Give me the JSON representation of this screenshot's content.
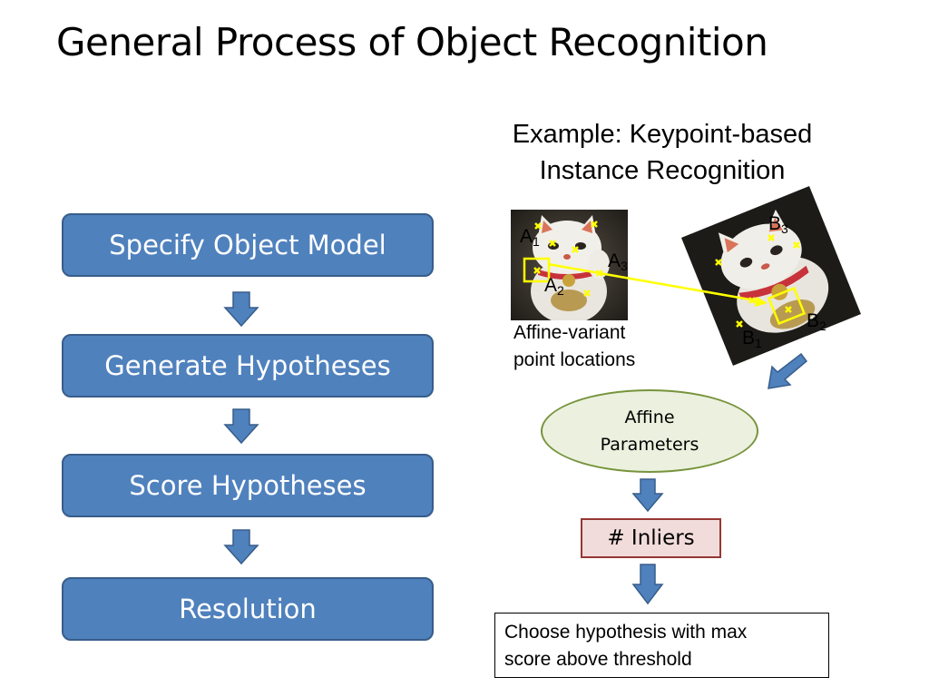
{
  "title": "General Process of Object Recognition",
  "flow": {
    "steps": [
      "Specify Object Model",
      "Generate Hypotheses",
      "Score Hypotheses",
      "Resolution"
    ]
  },
  "example": {
    "heading_line1": "Example: Keypoint-based",
    "heading_line2": "Instance Recognition",
    "caption_line1": "Affine-variant",
    "caption_line2": "point locations",
    "labels": {
      "a1": "A",
      "a1_sub": "1",
      "a2": "A",
      "a2_sub": "2",
      "a3": "A",
      "a3_sub": "3",
      "b1": "B",
      "b1_sub": "1",
      "b2": "B",
      "b2_sub": "2",
      "b3": "B",
      "b3_sub": "3"
    },
    "affine_line1": "Affine",
    "affine_line2": "Parameters",
    "inliers": "# Inliers",
    "choose_line1": "Choose hypothesis with max",
    "choose_line2": "score above threshold"
  },
  "colors": {
    "flow_fill": "#4f81bd",
    "flow_border": "#385d8a",
    "ellipse_fill": "#ebf1de",
    "ellipse_border": "#77933c",
    "inliers_fill": "#f2dcdb",
    "inliers_border": "#953735",
    "keypoint": "#ffff00"
  }
}
